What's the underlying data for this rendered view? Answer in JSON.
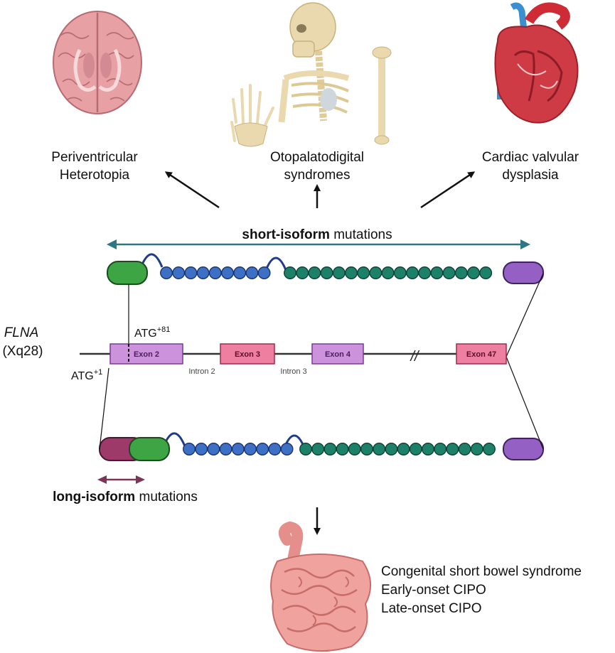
{
  "syndromes": {
    "brain": {
      "line1": "Periventricular",
      "line2": "Heterotopia",
      "icon": "brain-icon"
    },
    "skeleton": {
      "line1": "Otopalatodigital",
      "line2": "syndromes",
      "icon": "skeleton-icon"
    },
    "heart": {
      "line1": "Cardiac valvular",
      "line2": "dysplasia",
      "icon": "heart-icon"
    }
  },
  "short_isoform": {
    "bold": "short-isoform",
    "rest": " mutations"
  },
  "long_isoform": {
    "bold": "long-isoform",
    "rest": " mutations"
  },
  "gene": {
    "name": "FLNA",
    "locus": "(Xq28)",
    "atg81_base": "ATG",
    "atg81_sup": "+81",
    "atg1_base": "ATG",
    "atg1_sup": "+1",
    "exons": [
      "Exon 2",
      "Exon 3",
      "Exon 4",
      "Exon 47"
    ],
    "introns": [
      "Intron 2",
      "Intron 3"
    ],
    "break_mark": "//"
  },
  "bowel_conditions": [
    "Congenital short bowel syndrome",
    "Early-onset CIPO",
    "Late-onset CIPO"
  ],
  "colors": {
    "green_abd": "#3ea545",
    "blue_domain": "#3d6fc4",
    "teal_domain": "#1d8068",
    "purple_end": "#9460c4",
    "maroon_ext": "#9e3a6a",
    "exon_lilac": "#cc92dc",
    "exon_pink": "#ef7fa0",
    "hinge_navy": "#1f3c8c",
    "short_arrow": "#2e7585",
    "long_arrow": "#7c3458"
  }
}
